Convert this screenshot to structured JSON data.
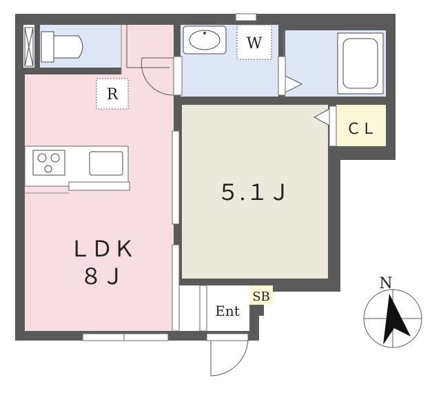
{
  "plan": {
    "rooms": {
      "ldk_label": "ＬＤＫ",
      "ldk_size": "８Ｊ",
      "bedroom_size": "５.１Ｊ",
      "closet_label": "ＣＬ",
      "fridge_label": "R",
      "washer_label": "W",
      "entrance_label": "Ent",
      "shoebox_label": "SB",
      "north_label": "N"
    },
    "colors": {
      "wall": "#5a5a5a",
      "ldk": "#f8dde3",
      "bedroom": "#ebe8dc",
      "wet_area": "#dfe6f6",
      "closet": "#fbf8d8",
      "floor": "#ffffff"
    }
  }
}
